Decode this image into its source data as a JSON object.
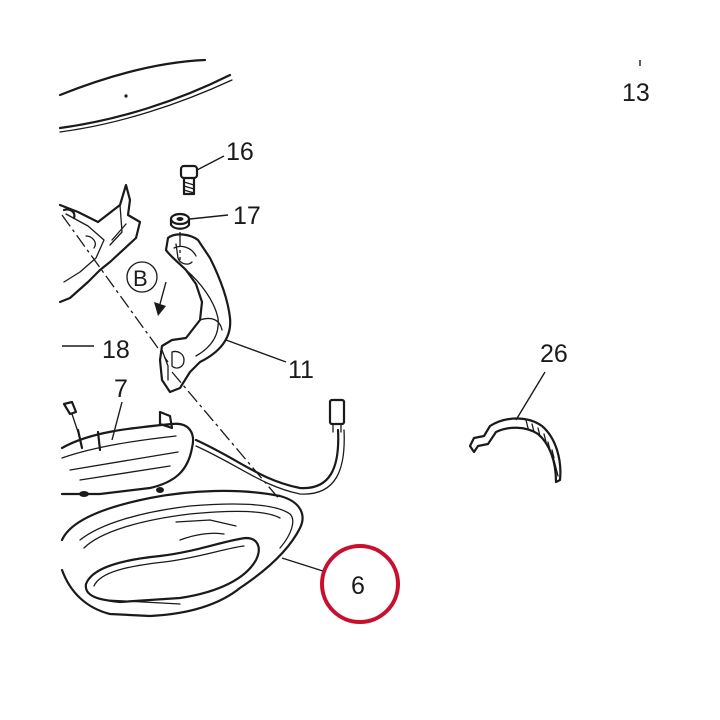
{
  "callouts": {
    "c13": "13",
    "c16": "16",
    "c17": "17",
    "c18": "18",
    "c11": "11",
    "c7": "7",
    "c26": "26",
    "c6": "6",
    "view_b": "B"
  },
  "colors": {
    "line": "#1a1a1a",
    "highlight_circle": "#c8102e",
    "background": "#ffffff"
  },
  "highlighted_callout": "6"
}
